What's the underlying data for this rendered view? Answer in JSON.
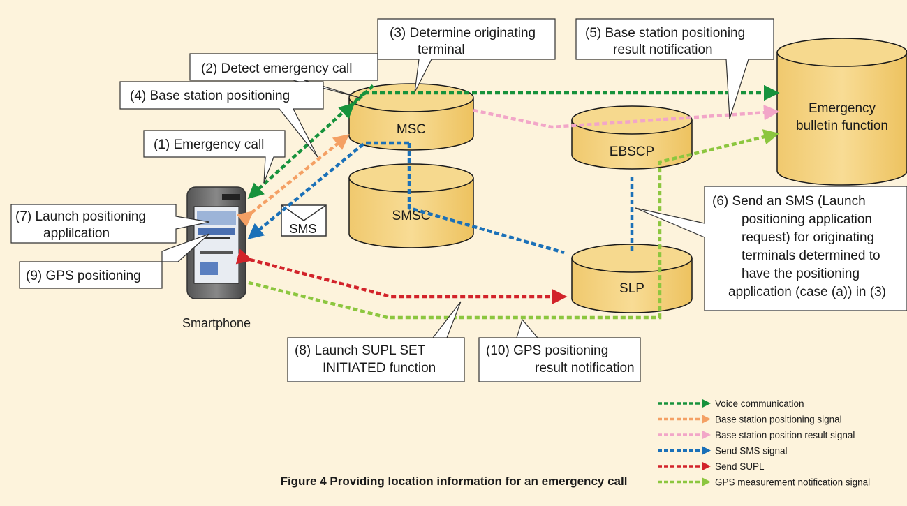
{
  "databases": {
    "msc": "MSC",
    "smsc": "SMSC",
    "ebscp": "EBSCP",
    "slp": "SLP",
    "bulletin": [
      "Emergency",
      "bulletin function"
    ]
  },
  "device": {
    "label": "Smartphone"
  },
  "envelope": {
    "label": "SMS"
  },
  "callouts": {
    "c1": [
      "(1) Emergency call"
    ],
    "c2": [
      "(2) Detect emergency call"
    ],
    "c3": [
      "(3) Determine originating",
      "terminal"
    ],
    "c4": [
      "(4) Base station positioning"
    ],
    "c5": [
      "(5) Base station positioning",
      "result notification"
    ],
    "c6": [
      "(6) Send an SMS (Launch",
      "positioning application",
      "request) for originating",
      "terminals determined to",
      "have the positioning",
      "application (case (a)) in (3)"
    ],
    "c7": [
      "(7)  Launch positioning",
      "applilcation"
    ],
    "c8": [
      "(8)  Launch SUPL SET",
      "INITIATED function"
    ],
    "c9": [
      "(9)  GPS positioning"
    ],
    "c10": [
      "(10) GPS positioning",
      "result notification"
    ]
  },
  "legend": [
    {
      "label": "Voice communication",
      "color": "#17923c"
    },
    {
      "label": "Base station positioning signal",
      "color": "#f4a064"
    },
    {
      "label": "Base station position result signal",
      "color": "#f2a6c8"
    },
    {
      "label": "Send SMS signal",
      "color": "#1a70b8"
    },
    {
      "label": "Send SUPL",
      "color": "#d2232a"
    },
    {
      "label": "GPS measurement notification signal",
      "color": "#8cc63f"
    }
  ],
  "caption": "Figure 4  Providing location information for an emergency call"
}
